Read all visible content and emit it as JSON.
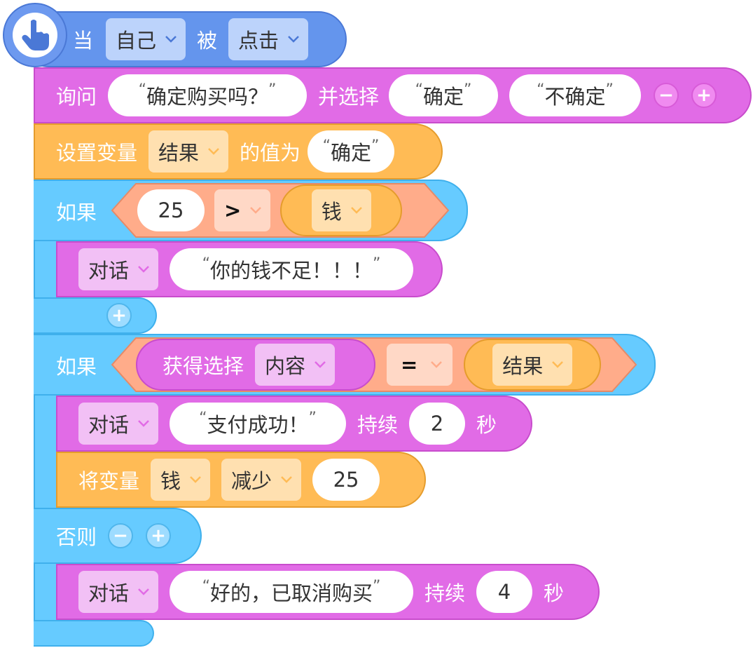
{
  "hat": {
    "prefix": "当",
    "target": "自己",
    "middle": "被",
    "event": "点击"
  },
  "ask": {
    "label": "询问",
    "question": "确定购买吗？",
    "mid": "并选择",
    "option1": "确定",
    "option2": "不确定",
    "minus": "−",
    "plus": "+"
  },
  "setvar": {
    "label": "设置变量",
    "variable": "结果",
    "mid": "的值为",
    "value": "确定"
  },
  "if1": {
    "label": "如果",
    "left": "25",
    "operator": ">",
    "right_var": "钱",
    "say": {
      "label": "对话",
      "text": "你的钱不足！！！"
    },
    "add": "+"
  },
  "if2": {
    "label": "如果",
    "reporter_label": "获得选择",
    "reporter_field": "内容",
    "operator": "=",
    "right_var": "结果",
    "say": {
      "label": "对话",
      "text": "支付成功！",
      "mid": "持续",
      "seconds": "2",
      "unit": "秒"
    },
    "change": {
      "label": "将变量",
      "variable": "钱",
      "op": "减少",
      "amount": "25"
    },
    "else": {
      "label": "否则",
      "minus": "−",
      "plus": "+"
    },
    "say2": {
      "label": "对话",
      "text": "好的，已取消购买",
      "mid": "持续",
      "seconds": "4",
      "unit": "秒"
    }
  },
  "colors": {
    "event": "#5b8def",
    "looks": "#e16be6",
    "variables": "#ffbb55",
    "control": "#66cbff",
    "operator": "#ffac8a"
  },
  "quote_open": "“",
  "quote_close": "”"
}
